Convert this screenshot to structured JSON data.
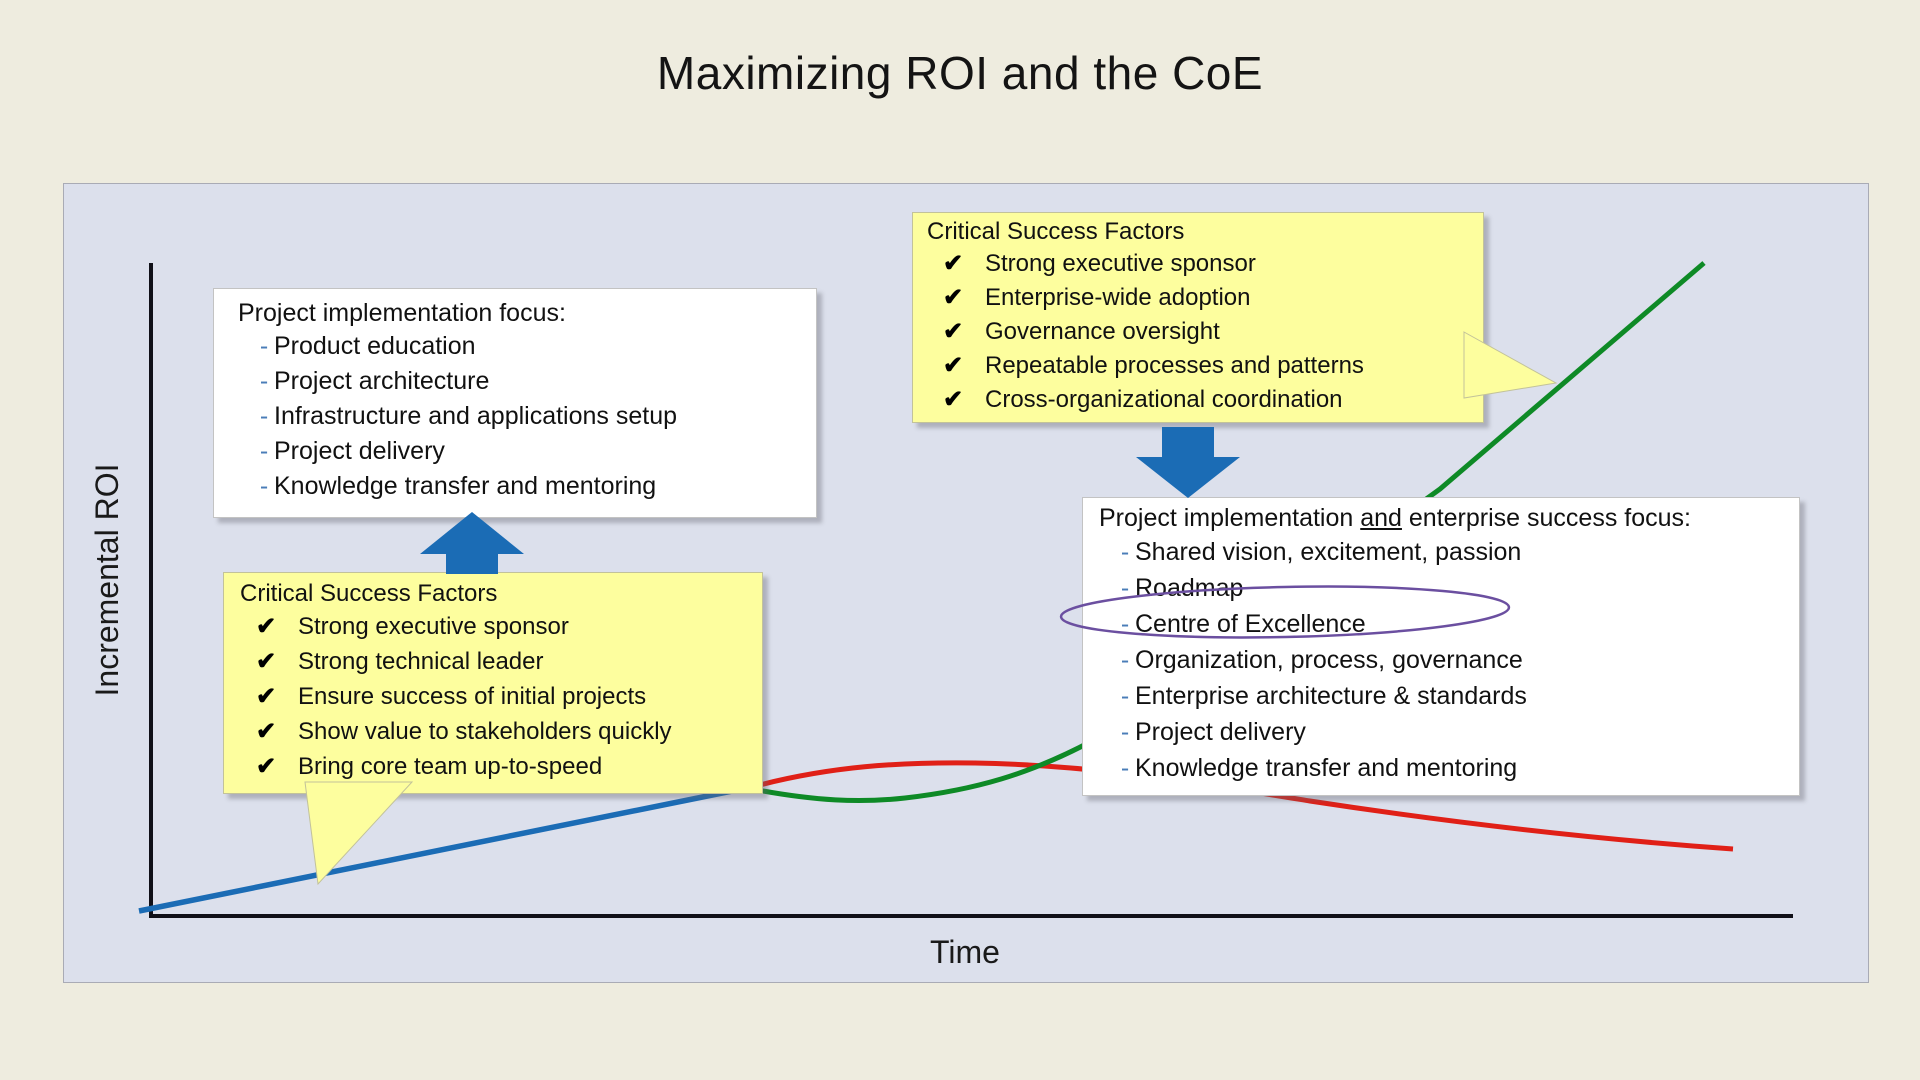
{
  "title": "Maximizing ROI and the CoE",
  "axes": {
    "x_label": "Time",
    "y_label": "Incremental ROI"
  },
  "glyphs": {
    "check": "✔",
    "dash": "-"
  },
  "boxes": {
    "project_focus": {
      "title": "Project implementation focus:",
      "items": [
        "Product education",
        "Project architecture",
        "Infrastructure and applications setup",
        "Project delivery",
        "Knowledge transfer and mentoring"
      ]
    },
    "csf_initial": {
      "title": "Critical Success Factors",
      "items": [
        "Strong executive sponsor",
        "Strong technical leader",
        "Ensure success of initial projects",
        "Show value to stakeholders quickly",
        "Bring core team up-to-speed"
      ]
    },
    "csf_enterprise": {
      "title": "Critical Success Factors",
      "items": [
        "Strong executive sponsor",
        "Enterprise-wide adoption",
        "Governance oversight",
        "Repeatable processes and patterns",
        "Cross-organizational coordination"
      ]
    },
    "enterprise_focus": {
      "title_parts": {
        "prefix": "Project implementation ",
        "emphasis": "and",
        "suffix": " enterprise success focus:"
      },
      "items": [
        "Shared vision, excitement, passion",
        "Roadmap",
        "Centre of Excellence",
        "Organization, process, governance",
        "Enterprise architecture & standards",
        "Project delivery",
        "Knowledge transfer and mentoring"
      ],
      "circled_item": "Centre of Excellence"
    }
  },
  "chart": {
    "type": "conceptual-line",
    "curves": [
      {
        "id": "project-roi",
        "color": "#1b6cb5",
        "description": "steady linear rise during initial project phase"
      },
      {
        "id": "roi-without-coe",
        "color": "#e02017",
        "description": "peaks after project delivery then declines over time"
      },
      {
        "id": "roi-with-coe",
        "color": "#0e8a26",
        "description": "dips briefly then rises steeply with a CoE in place"
      }
    ]
  },
  "colors": {
    "slide_bg": "#eeecdf",
    "panel_bg": "#dce0ec",
    "callout_yellow": "#fdfe9e",
    "arrow_blue": "#1b6cb5",
    "line_blue": "#1b6cb5",
    "line_red": "#e02017",
    "line_green": "#0e8a26",
    "ellipse_purple": "#6b4fa0",
    "dash_bullet": "#4a7db8",
    "axis_black": "#101018"
  }
}
